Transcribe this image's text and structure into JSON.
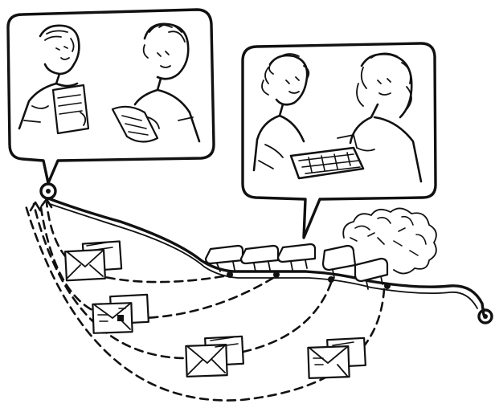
{
  "figure": {
    "ink_color": "#111111",
    "background_color": "#ffffff",
    "elements": {
      "panels": [
        "two-people-reading-papers",
        "two-people-at-terminal"
      ],
      "messages": [
        "envelope",
        "envelope",
        "envelope",
        "envelope"
      ],
      "network": [
        "network-line",
        "router-nodes",
        "cloud-cluster",
        "endpoint-node"
      ]
    }
  }
}
